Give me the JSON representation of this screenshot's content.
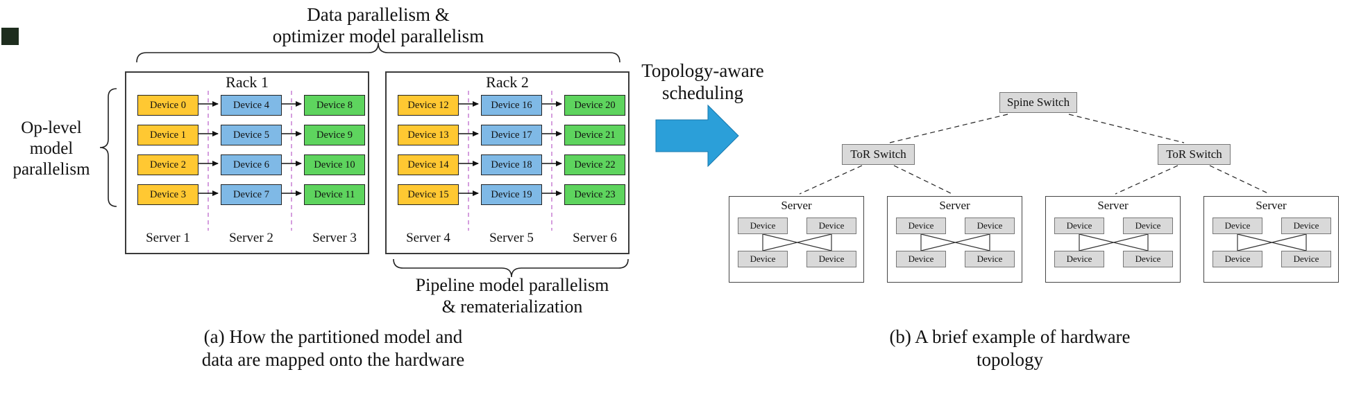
{
  "figure": {
    "caption_a_line1": "(a) How the partitioned model and",
    "caption_a_line2": "data are mapped onto the hardware",
    "caption_b_line1": "(b) A brief example of hardware",
    "caption_b_line2": "topology"
  },
  "left": {
    "top_label_line1": "Data parallelism &",
    "top_label_line2": "optimizer model parallelism",
    "side_label_line1": "Op-level",
    "side_label_line2": "model",
    "side_label_line3": "parallelism",
    "bottom_label_line1": "Pipeline model parallelism",
    "bottom_label_line2": "& rematerialization",
    "racks": [
      {
        "name": "Rack 1",
        "servers": [
          {
            "name": "Server 1",
            "devices": [
              "Device 0",
              "Device 1",
              "Device 2",
              "Device 3"
            ]
          },
          {
            "name": "Server 2",
            "devices": [
              "Device 4",
              "Device 5",
              "Device 6",
              "Device 7"
            ]
          },
          {
            "name": "Server 3",
            "devices": [
              "Device 8",
              "Device 9",
              "Device 10",
              "Device 11"
            ]
          }
        ]
      },
      {
        "name": "Rack 2",
        "servers": [
          {
            "name": "Server 4",
            "devices": [
              "Device 12",
              "Device 13",
              "Device 14",
              "Device 15"
            ]
          },
          {
            "name": "Server 5",
            "devices": [
              "Device 16",
              "Device 17",
              "Device 18",
              "Device 19"
            ]
          },
          {
            "name": "Server 6",
            "devices": [
              "Device 20",
              "Device 21",
              "Device 22",
              "Device 23"
            ]
          }
        ]
      }
    ]
  },
  "middle": {
    "label_line1": "Topology-aware",
    "label_line2": "scheduling"
  },
  "right": {
    "spine_label": "Spine Switch",
    "tor_label": "ToR Switch",
    "server_label": "Server",
    "device_label": "Device"
  },
  "colors": {
    "device_yellow": "#FFC832",
    "device_blue": "#7FB9E6",
    "device_green": "#5ED45E",
    "separator_purple": "#C77FD4",
    "arrow_blue": "#2B9FD9",
    "switch_gray": "#D9D9D9",
    "corner_marker": "#1E2D1E"
  }
}
